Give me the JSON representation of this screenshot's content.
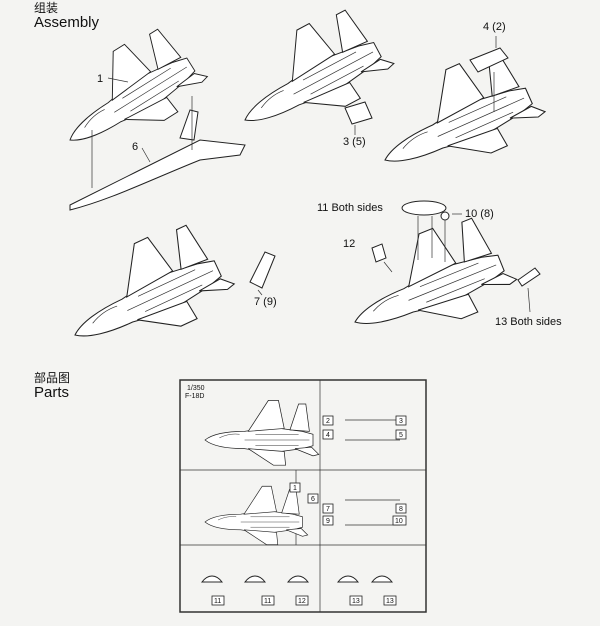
{
  "assembly": {
    "title_cn": "组装",
    "title_en": "Assembly"
  },
  "parts": {
    "title_cn": "部品图",
    "title_en": "Parts"
  },
  "callouts": {
    "c1": "1",
    "c6": "6",
    "c3": "3 (5)",
    "c4": "4 (2)",
    "c7": "7 (9)",
    "c11": "11 Both sides",
    "c10": "10 (8)",
    "c12": "12",
    "c13": "13 Both sides"
  },
  "sprue": {
    "scale": "1/350",
    "model": "F-18D",
    "nums": [
      "1",
      "2",
      "3",
      "4",
      "5",
      "6",
      "7",
      "8",
      "9",
      "10",
      "11",
      "11",
      "12",
      "13",
      "13"
    ]
  }
}
